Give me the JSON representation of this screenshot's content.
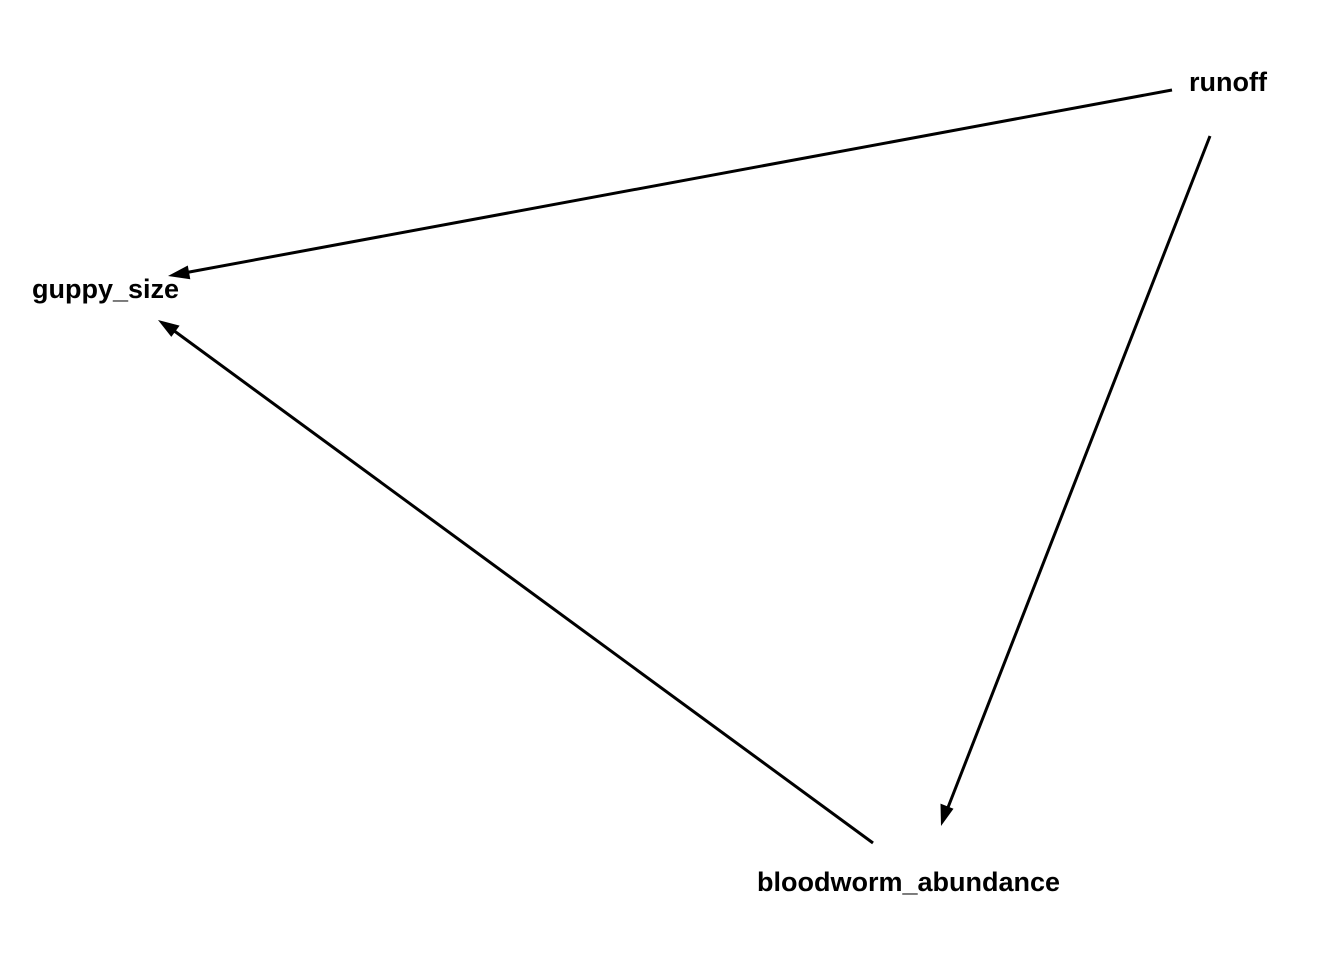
{
  "diagram": {
    "type": "directed-acyclic-graph",
    "nodes": [
      {
        "id": "runoff",
        "label": "runoff"
      },
      {
        "id": "guppy_size",
        "label": "guppy_size"
      },
      {
        "id": "bloodworm_abundance",
        "label": "bloodworm_abundance"
      }
    ],
    "edges": [
      {
        "from": "runoff",
        "to": "guppy_size"
      },
      {
        "from": "runoff",
        "to": "bloodworm_abundance"
      },
      {
        "from": "bloodworm_abundance",
        "to": "guppy_size"
      }
    ],
    "colors": {
      "background": "#ffffff",
      "edge": "#000000",
      "text": "#000000"
    }
  }
}
